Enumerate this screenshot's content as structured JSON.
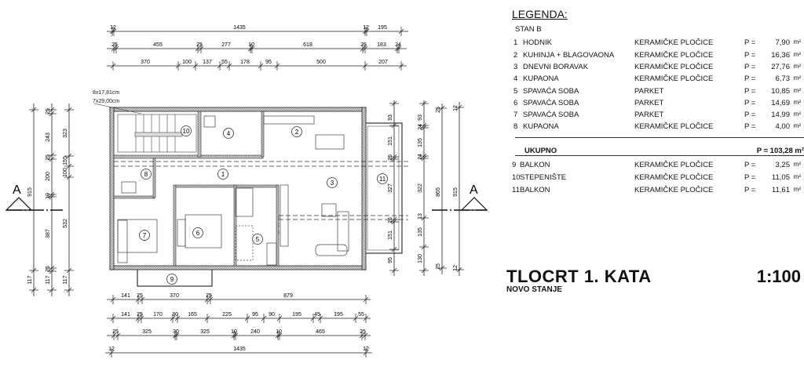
{
  "legend": {
    "title": "LEGENDA:",
    "unit_label": "STAN B",
    "rooms": [
      {
        "num": "1",
        "name": "HODNIK",
        "material": "KERAMIČKE PLOČICE",
        "p": "P =",
        "area": "7,90",
        "unit": "m²"
      },
      {
        "num": "2",
        "name": "KUHINJA + BLAGOVAONA",
        "material": "KERAMIČKE PLOČICE",
        "p": "P =",
        "area": "16,36",
        "unit": "m²"
      },
      {
        "num": "3",
        "name": "DNEVNI BORAVAK",
        "material": "KERAMIČKE PLOČICE",
        "p": "P =",
        "area": "27,76",
        "unit": "m²"
      },
      {
        "num": "4",
        "name": "KUPAONA",
        "material": "KERAMIČKE PLOČICE",
        "p": "P =",
        "area": "6,73",
        "unit": "m²"
      },
      {
        "num": "5",
        "name": "SPAVAĆA SOBA",
        "material": "PARKET",
        "p": "P =",
        "area": "10,85",
        "unit": "m²"
      },
      {
        "num": "6",
        "name": "SPAVAĆA SOBA",
        "material": "PARKET",
        "p": "P =",
        "area": "14,69",
        "unit": "m²"
      },
      {
        "num": "7",
        "name": "SPAVAĆA SOBA",
        "material": "PARKET",
        "p": "P =",
        "area": "14,99",
        "unit": "m²"
      },
      {
        "num": "8",
        "name": "KUPAONA",
        "material": "KERAMIČKE PLOČICE",
        "p": "P =",
        "area": "4,00",
        "unit": "m²"
      }
    ],
    "total_label": "UKUPNO",
    "total_value": "P = 103,28 m²",
    "extra": [
      {
        "num": "9",
        "name": "BALKON",
        "material": "KERAMIČKE PLOČICE",
        "p": "P =",
        "area": "3,25",
        "unit": "m²"
      },
      {
        "num": "10",
        "name": "STEPENIŠTE",
        "material": "KERAMIČKE PLOČICE",
        "p": "P =",
        "area": "11,05",
        "unit": "m²"
      },
      {
        "num": "11",
        "name": "BALKON",
        "material": "KERAMIČKE PLOČICE",
        "p": "P =",
        "area": "11,61",
        "unit": "m²"
      }
    ]
  },
  "drawing": {
    "title": "TLOCRT  1. KATA",
    "subtitle": "NOVO STANJE",
    "scale": "1:100",
    "section_marker": "A",
    "stair_note_1": "8x17,81cm",
    "stair_note_2": "7x29,00cm",
    "room_numbers": [
      "1",
      "2",
      "3",
      "4",
      "5",
      "6",
      "7",
      "8",
      "9",
      "10",
      "11"
    ]
  },
  "dimensions": {
    "top": [
      [
        "12",
        "1435",
        "12",
        "195"
      ],
      [
        "25",
        "455",
        "25",
        "277",
        "10",
        "618",
        "25",
        "183",
        "24"
      ],
      [
        "370",
        "100",
        "137",
        "55",
        "178",
        "95",
        "500",
        "207"
      ]
    ],
    "bottom": [
      [
        "141",
        "25",
        "370",
        "25",
        "879"
      ],
      [
        "141",
        "25",
        "170",
        "30",
        "165",
        "225",
        "95",
        "90",
        "195",
        "45",
        "195",
        "55"
      ],
      [
        "25",
        "325",
        "30",
        "325",
        "10",
        "240",
        "10",
        "465",
        "25"
      ],
      [
        "12",
        "1435",
        "12"
      ]
    ],
    "left": [
      [
        "915",
        "117"
      ],
      [
        "25",
        "243",
        "25",
        "200",
        "10",
        "387",
        "25",
        "117"
      ],
      [
        "323",
        "155",
        "100",
        "532",
        "117"
      ]
    ],
    "right": [
      [
        "93",
        "151",
        "25",
        "327",
        "25",
        "151",
        "95"
      ],
      [
        "93",
        "24",
        "135",
        "24",
        "322",
        "13",
        "135",
        "130"
      ],
      [
        "25",
        "865",
        "25"
      ],
      [
        "12",
        "915",
        "12"
      ]
    ]
  }
}
